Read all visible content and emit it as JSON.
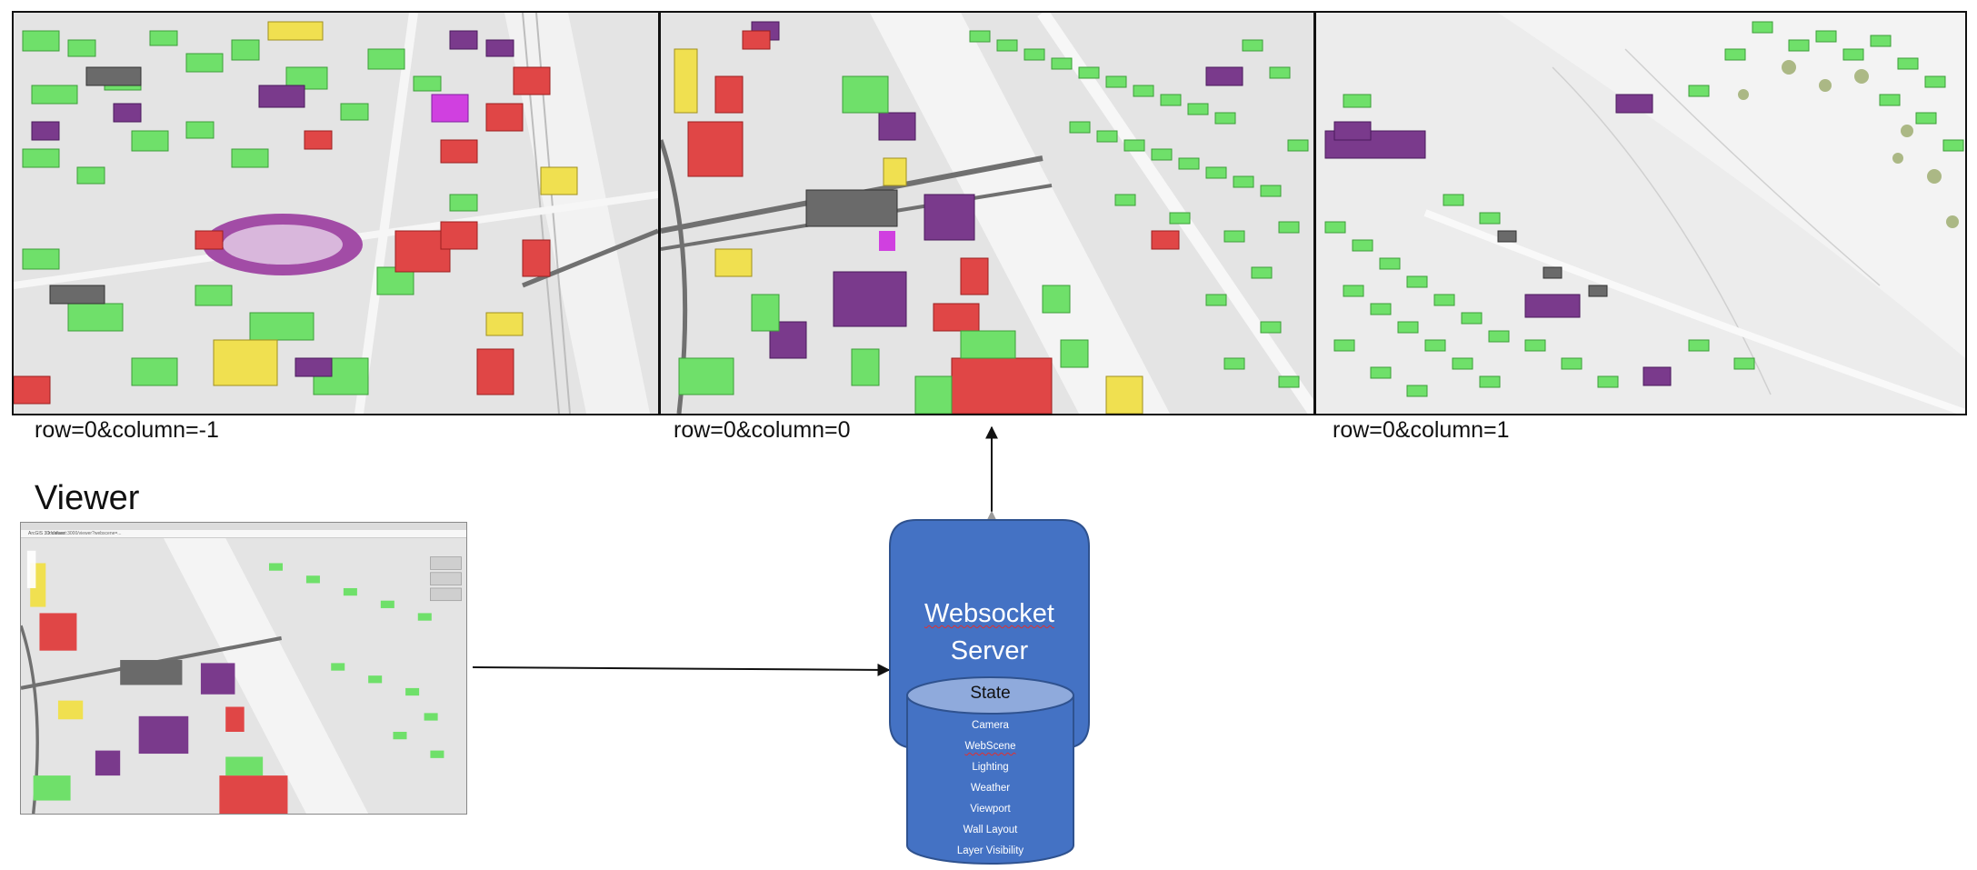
{
  "panels": [
    {
      "label": "row=0&column=-1"
    },
    {
      "label": "row=0&column=0"
    },
    {
      "label": "row=0&column=1"
    }
  ],
  "viewer": {
    "title": "Viewer",
    "window_tab": "ArcGIS 3D Viewer",
    "address": "localhost:3000/viewer?webscene=..."
  },
  "server": {
    "title_line1": "Websocket",
    "title_line2": "Server",
    "state_label": "State",
    "state_items": [
      "Camera",
      "WebScene",
      "Lighting",
      "Weather",
      "Viewport",
      "Wall Layout",
      "Layer Visibility"
    ]
  },
  "colors": {
    "server_fill": "#4472c4",
    "server_stroke": "#2f528f",
    "state_cap": "#8faadc",
    "building_residential": "#6fe06a",
    "building_industrial": "#e04646",
    "building_public": "#7a3a8c",
    "building_commercial": "#f0e050",
    "building_transport": "#6a6a6a",
    "terrain": "#e6e6e6"
  }
}
